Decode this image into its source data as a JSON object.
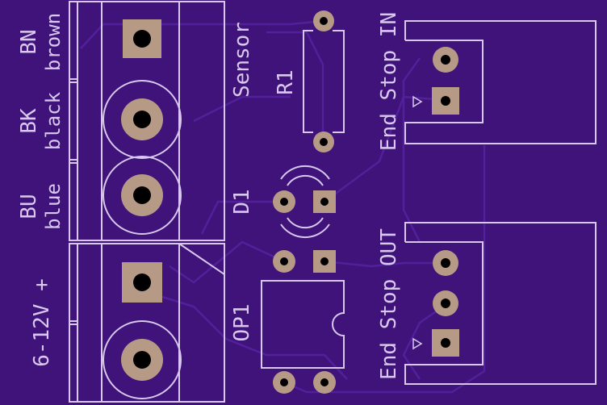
{
  "board": {
    "colors": {
      "substrate": "#3f137a",
      "silkscreen": "#d8c8ee",
      "trace": "#5a2aa0",
      "pad": "#b79a86",
      "drill": "#000000"
    }
  },
  "labels": {
    "bn": "BN",
    "brown": "brown",
    "bk": "BK",
    "black": "black",
    "bu": "BU",
    "blue": "blue",
    "power": "6-12V +",
    "sensor": "Sensor",
    "r1": "R1",
    "d1": "D1",
    "op1": "OP1",
    "end_stop_in": "End Stop IN",
    "end_stop_out": "End Stop OUT"
  }
}
